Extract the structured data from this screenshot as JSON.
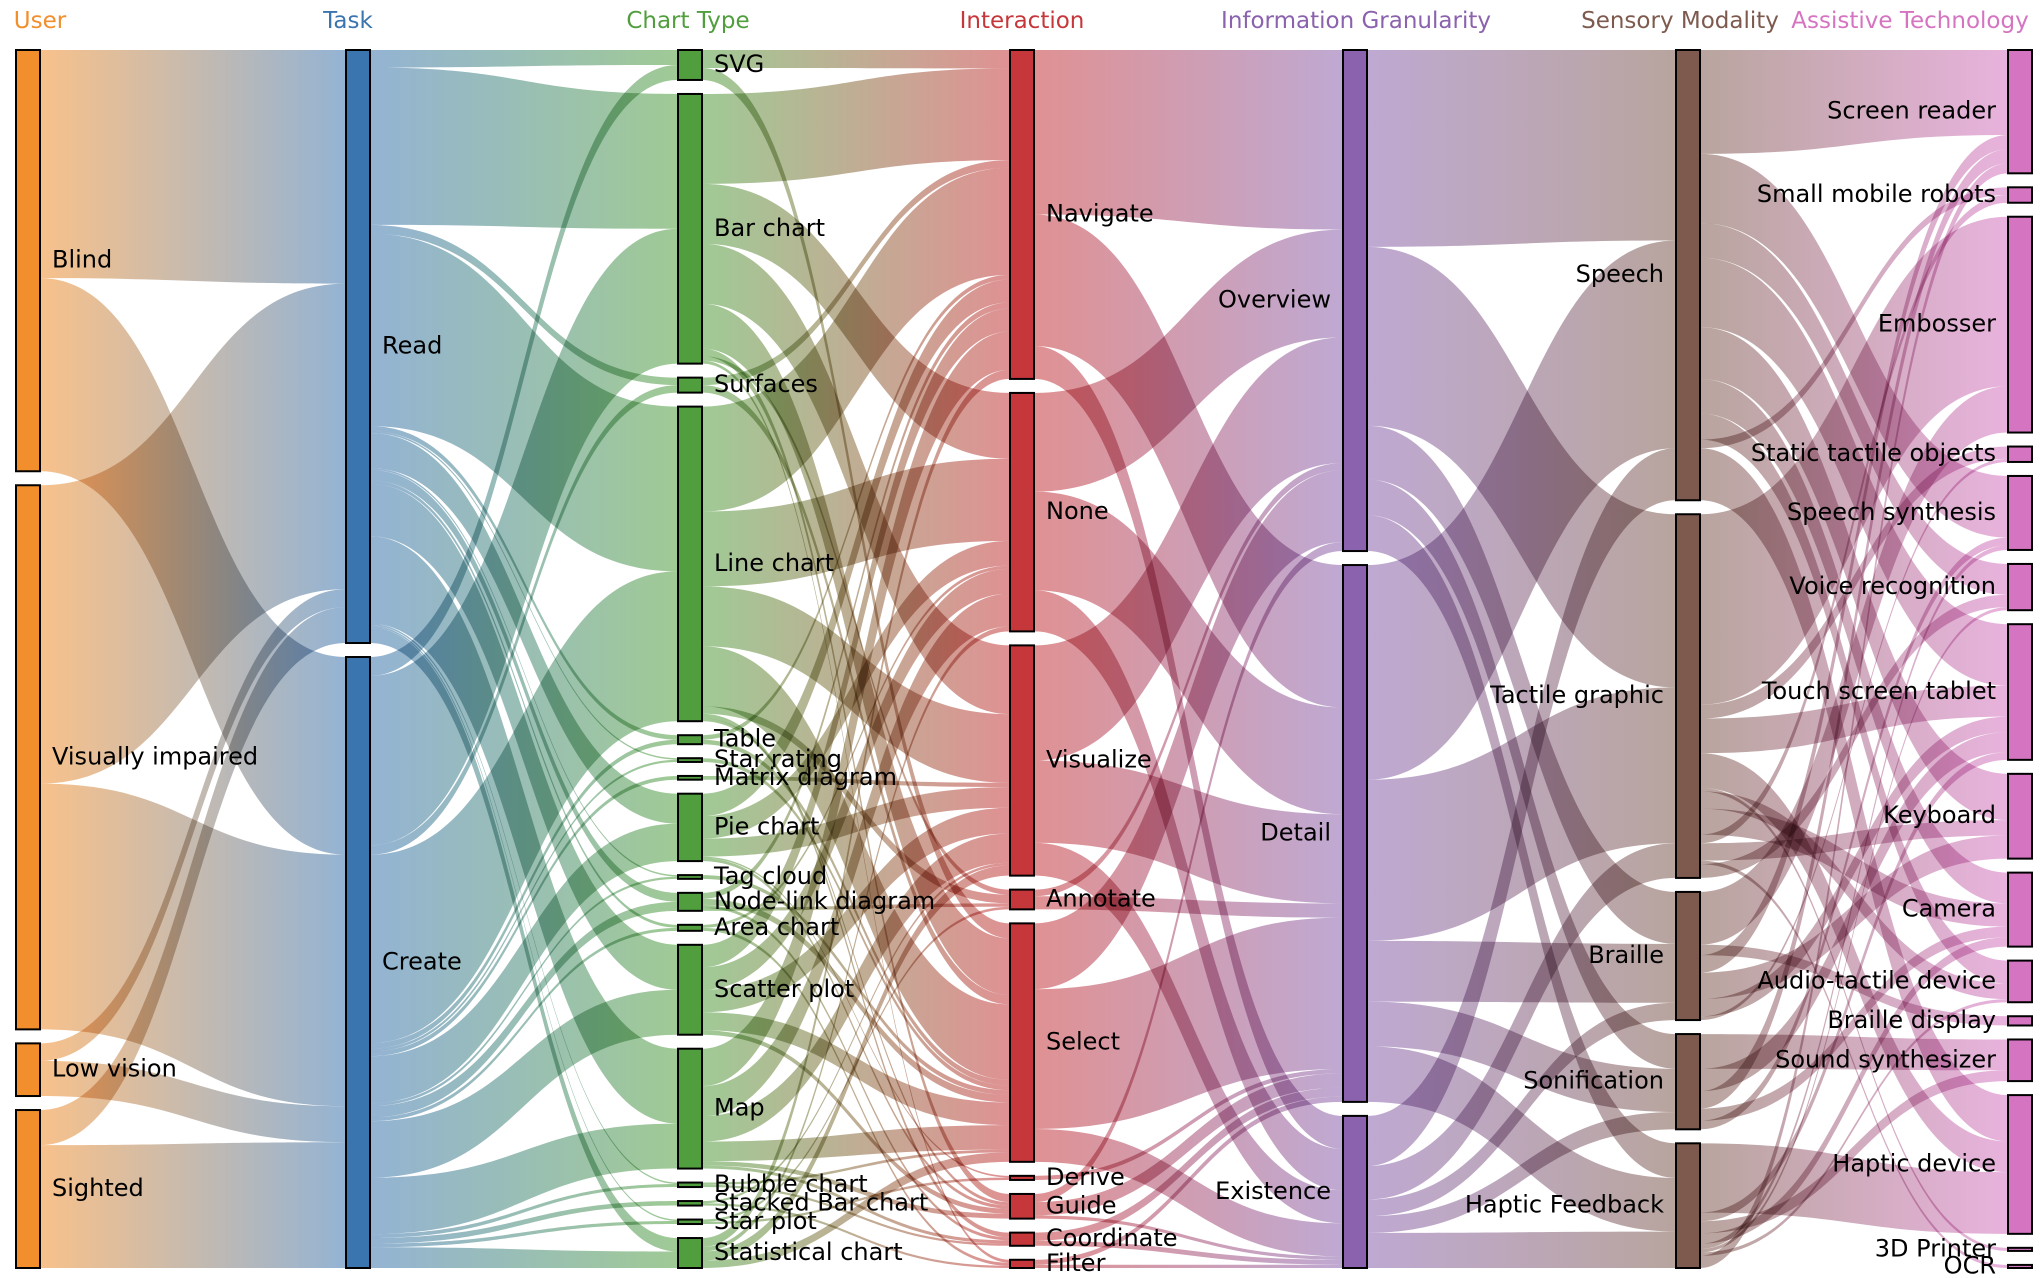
{
  "diagram": {
    "type": "sankey",
    "columns": [
      {
        "id": "user",
        "title": "User",
        "color": "#f28e2b",
        "nodes": [
          {
            "id": "blind",
            "label": "Blind",
            "value": 24
          },
          {
            "id": "vi",
            "label": "Visually impaired",
            "value": 31
          },
          {
            "id": "lowvision",
            "label": "Low vision",
            "value": 3
          },
          {
            "id": "sighted",
            "label": "Sighted",
            "value": 9
          }
        ]
      },
      {
        "id": "task",
        "title": "Task",
        "color": "#3b75af",
        "nodes": [
          {
            "id": "read",
            "label": "Read",
            "value": 33
          },
          {
            "id": "create",
            "label": "Create",
            "value": 34
          }
        ]
      },
      {
        "id": "charttype",
        "title": "Chart Type",
        "color": "#519e3e",
        "nodes": [
          {
            "id": "svg",
            "label": "SVG",
            "value": 2
          },
          {
            "id": "bar",
            "label": "Bar chart",
            "value": 18
          },
          {
            "id": "surfaces",
            "label": "Surfaces",
            "value": 1
          },
          {
            "id": "line",
            "label": "Line chart",
            "value": 21
          },
          {
            "id": "table",
            "label": "Table",
            "value": 0.6
          },
          {
            "id": "star",
            "label": "Star rating",
            "value": 0.25
          },
          {
            "id": "matrix",
            "label": "Matrix diagram",
            "value": 0.25
          },
          {
            "id": "pie",
            "label": "Pie chart",
            "value": 4.5
          },
          {
            "id": "tag",
            "label": "Tag cloud",
            "value": 0.25
          },
          {
            "id": "nodelink",
            "label": "Node-link diagram",
            "value": 1.2
          },
          {
            "id": "area",
            "label": "Area chart",
            "value": 0.4
          },
          {
            "id": "scatter",
            "label": "Scatter plot",
            "value": 6
          },
          {
            "id": "map",
            "label": "Map",
            "value": 8
          },
          {
            "id": "bubble",
            "label": "Bubble chart",
            "value": 0.3
          },
          {
            "id": "stackedbar",
            "label": "Stacked Bar chart",
            "value": 0.3
          },
          {
            "id": "starplot",
            "label": "Star plot",
            "value": 0.3
          },
          {
            "id": "statistical",
            "label": "Statistical chart",
            "value": 2
          }
        ]
      },
      {
        "id": "interaction",
        "title": "Interaction",
        "color": "#c5373a",
        "nodes": [
          {
            "id": "navigate",
            "label": "Navigate",
            "value": 20
          },
          {
            "id": "none",
            "label": "None",
            "value": 14.5
          },
          {
            "id": "visualize",
            "label": "Visualize",
            "value": 14
          },
          {
            "id": "annotate",
            "label": "Annotate",
            "value": 1.2
          },
          {
            "id": "select",
            "label": "Select",
            "value": 14.5
          },
          {
            "id": "derive",
            "label": "Derive",
            "value": 0.25
          },
          {
            "id": "guide",
            "label": "Guide",
            "value": 1.5
          },
          {
            "id": "coordinate",
            "label": "Coordinate",
            "value": 0.8
          },
          {
            "id": "filter",
            "label": "Filter",
            "value": 0.5
          }
        ]
      },
      {
        "id": "granularity",
        "title": "Information Granularity",
        "color": "#8a62ad",
        "nodes": [
          {
            "id": "overview",
            "label": "Overview",
            "value": 28
          },
          {
            "id": "detail",
            "label": "Detail",
            "value": 30
          },
          {
            "id": "existence",
            "label": "Existence",
            "value": 8.5
          }
        ]
      },
      {
        "id": "modality",
        "title": "Sensory Modality",
        "color": "#7e5a4e",
        "nodes": [
          {
            "id": "speech",
            "label": "Speech",
            "value": 26
          },
          {
            "id": "tactile",
            "label": "Tactile graphic",
            "value": 21
          },
          {
            "id": "braille",
            "label": "Braille",
            "value": 7.4
          },
          {
            "id": "sonification",
            "label": "Sonification",
            "value": 5.5
          },
          {
            "id": "haptic",
            "label": "Haptic Feedback",
            "value": 7.2
          }
        ]
      },
      {
        "id": "assistive",
        "title": "Assistive Technology",
        "color": "#d574c1",
        "nodes": [
          {
            "id": "screenreader",
            "label": "Screen reader",
            "value": 8
          },
          {
            "id": "robots",
            "label": "Small mobile robots",
            "value": 1
          },
          {
            "id": "embosser",
            "label": "Embosser",
            "value": 14
          },
          {
            "id": "statictactile",
            "label": "Static tactile objects",
            "value": 1
          },
          {
            "id": "speechsynth",
            "label": "Speech synthesis",
            "value": 4.8
          },
          {
            "id": "voicerec",
            "label": "Voice recognition",
            "value": 3
          },
          {
            "id": "touchtablet",
            "label": "Touch screen tablet",
            "value": 8.8
          },
          {
            "id": "keyboard",
            "label": "Keyboard",
            "value": 5.5
          },
          {
            "id": "camera",
            "label": "Camera",
            "value": 4.8
          },
          {
            "id": "audiotactile",
            "label": "Audio-tactile device",
            "value": 2.7
          },
          {
            "id": "brailledisplay",
            "label": "Braille display",
            "value": 0.6
          },
          {
            "id": "soundsynth",
            "label": "Sound synthesizer",
            "value": 2.7
          },
          {
            "id": "hapticdevice",
            "label": "Haptic device",
            "value": 9
          },
          {
            "id": "printer3d",
            "label": "3D Printer",
            "value": 0.2
          },
          {
            "id": "ocr",
            "label": "OCR",
            "value": 0.2
          }
        ]
      }
    ],
    "links": [
      [
        "blind",
        "read",
        13
      ],
      [
        "blind",
        "create",
        11
      ],
      [
        "vi",
        "read",
        17
      ],
      [
        "vi",
        "create",
        14
      ],
      [
        "lowvision",
        "read",
        1
      ],
      [
        "lowvision",
        "create",
        2
      ],
      [
        "sighted",
        "read",
        2
      ],
      [
        "sighted",
        "create",
        7
      ],
      [
        "read",
        "svg",
        1
      ],
      [
        "read",
        "bar",
        9
      ],
      [
        "read",
        "surfaces",
        0.5
      ],
      [
        "read",
        "line",
        11
      ],
      [
        "read",
        "table",
        0.3
      ],
      [
        "read",
        "star",
        0.1
      ],
      [
        "read",
        "pie",
        2
      ],
      [
        "read",
        "tag",
        0.1
      ],
      [
        "read",
        "nodelink",
        0.6
      ],
      [
        "read",
        "area",
        0.2
      ],
      [
        "read",
        "scatter",
        3
      ],
      [
        "read",
        "map",
        5
      ],
      [
        "read",
        "bubble",
        0.1
      ],
      [
        "read",
        "starplot",
        0.1
      ],
      [
        "read",
        "statistical",
        0.9
      ],
      [
        "create",
        "svg",
        1
      ],
      [
        "create",
        "bar",
        9
      ],
      [
        "create",
        "surfaces",
        0.5
      ],
      [
        "create",
        "line",
        10
      ],
      [
        "create",
        "table",
        0.3
      ],
      [
        "create",
        "star",
        0.15
      ],
      [
        "create",
        "matrix",
        0.25
      ],
      [
        "create",
        "pie",
        2.5
      ],
      [
        "create",
        "tag",
        0.15
      ],
      [
        "create",
        "nodelink",
        0.6
      ],
      [
        "create",
        "area",
        0.2
      ],
      [
        "create",
        "scatter",
        3
      ],
      [
        "create",
        "map",
        3
      ],
      [
        "create",
        "bubble",
        0.2
      ],
      [
        "create",
        "stackedbar",
        0.3
      ],
      [
        "create",
        "starplot",
        0.2
      ],
      [
        "create",
        "statistical",
        1.1
      ],
      [
        "svg",
        "navigate",
        1.2
      ],
      [
        "svg",
        "select",
        0.8
      ],
      [
        "bar",
        "navigate",
        6
      ],
      [
        "bar",
        "none",
        4
      ],
      [
        "bar",
        "visualize",
        4
      ],
      [
        "bar",
        "select",
        3
      ],
      [
        "bar",
        "guide",
        0.5
      ],
      [
        "bar",
        "annotate",
        0.3
      ],
      [
        "bar",
        "filter",
        0.2
      ],
      [
        "surfaces",
        "navigate",
        0.5
      ],
      [
        "surfaces",
        "select",
        0.5
      ],
      [
        "line",
        "navigate",
        7
      ],
      [
        "line",
        "none",
        5
      ],
      [
        "line",
        "visualize",
        4
      ],
      [
        "line",
        "select",
        4
      ],
      [
        "line",
        "annotate",
        0.5
      ],
      [
        "line",
        "coordinate",
        0.3
      ],
      [
        "line",
        "guide",
        0.2
      ],
      [
        "table",
        "navigate",
        0.3
      ],
      [
        "table",
        "select",
        0.3
      ],
      [
        "star",
        "select",
        0.25
      ],
      [
        "matrix",
        "visualize",
        0.25
      ],
      [
        "pie",
        "navigate",
        1.5
      ],
      [
        "pie",
        "none",
        1.5
      ],
      [
        "pie",
        "visualize",
        1.2
      ],
      [
        "pie",
        "derive",
        0.1
      ],
      [
        "pie",
        "guide",
        0.2
      ],
      [
        "tag",
        "select",
        0.25
      ],
      [
        "nodelink",
        "navigate",
        0.4
      ],
      [
        "nodelink",
        "select",
        0.4
      ],
      [
        "nodelink",
        "coordinate",
        0.2
      ],
      [
        "nodelink",
        "annotate",
        0.2
      ],
      [
        "area",
        "none",
        0.2
      ],
      [
        "area",
        "filter",
        0.2
      ],
      [
        "scatter",
        "navigate",
        1.5
      ],
      [
        "scatter",
        "none",
        1.5
      ],
      [
        "scatter",
        "visualize",
        1.5
      ],
      [
        "scatter",
        "select",
        1.2
      ],
      [
        "scatter",
        "guide",
        0.3
      ],
      [
        "map",
        "navigate",
        2.5
      ],
      [
        "map",
        "none",
        2
      ],
      [
        "map",
        "visualize",
        1.7
      ],
      [
        "map",
        "select",
        1.3
      ],
      [
        "map",
        "guide",
        0.3
      ],
      [
        "map",
        "coordinate",
        0.2
      ],
      [
        "bubble",
        "select",
        0.15
      ],
      [
        "bubble",
        "coordinate",
        0.15
      ],
      [
        "stackedbar",
        "visualize",
        0.15
      ],
      [
        "stackedbar",
        "filter",
        0.15
      ],
      [
        "starplot",
        "annotate",
        0.15
      ],
      [
        "starplot",
        "derive",
        0.15
      ],
      [
        "statistical",
        "navigate",
        0.6
      ],
      [
        "statistical",
        "none",
        0.3
      ],
      [
        "statistical",
        "visualize",
        0.6
      ],
      [
        "statistical",
        "select",
        0.5
      ],
      [
        "navigate",
        "overview",
        10
      ],
      [
        "navigate",
        "detail",
        8
      ],
      [
        "navigate",
        "existence",
        2
      ],
      [
        "none",
        "overview",
        6
      ],
      [
        "none",
        "detail",
        6
      ],
      [
        "none",
        "existence",
        2.5
      ],
      [
        "visualize",
        "overview",
        7
      ],
      [
        "visualize",
        "detail",
        5
      ],
      [
        "visualize",
        "existence",
        2
      ],
      [
        "annotate",
        "overview",
        0.4
      ],
      [
        "annotate",
        "detail",
        0.8
      ],
      [
        "select",
        "overview",
        4
      ],
      [
        "select",
        "detail",
        8.5
      ],
      [
        "select",
        "existence",
        2
      ],
      [
        "derive",
        "detail",
        0.25
      ],
      [
        "guide",
        "overview",
        0.5
      ],
      [
        "guide",
        "detail",
        0.8
      ],
      [
        "guide",
        "existence",
        0.2
      ],
      [
        "coordinate",
        "detail",
        0.5
      ],
      [
        "coordinate",
        "existence",
        0.3
      ],
      [
        "filter",
        "detail",
        0.3
      ],
      [
        "filter",
        "existence",
        0.2
      ],
      [
        "overview",
        "speech",
        11
      ],
      [
        "overview",
        "tactile",
        10
      ],
      [
        "overview",
        "braille",
        3
      ],
      [
        "overview",
        "sonification",
        2
      ],
      [
        "overview",
        "haptic",
        2
      ],
      [
        "detail",
        "speech",
        12
      ],
      [
        "detail",
        "tactile",
        9
      ],
      [
        "detail",
        "braille",
        3.4
      ],
      [
        "detail",
        "sonification",
        2.5
      ],
      [
        "detail",
        "haptic",
        3.1
      ],
      [
        "existence",
        "speech",
        3
      ],
      [
        "existence",
        "tactile",
        2
      ],
      [
        "existence",
        "braille",
        1
      ],
      [
        "existence",
        "sonification",
        1
      ],
      [
        "existence",
        "haptic",
        2.1
      ],
      [
        "speech",
        "screenreader",
        6
      ],
      [
        "speech",
        "speechsynth",
        4
      ],
      [
        "speech",
        "voicerec",
        2
      ],
      [
        "speech",
        "touchtablet",
        4
      ],
      [
        "speech",
        "keyboard",
        3
      ],
      [
        "speech",
        "camera",
        2
      ],
      [
        "speech",
        "audiotactile",
        1.5
      ],
      [
        "speech",
        "robots",
        0.5
      ],
      [
        "speech",
        "haptic",
        0
      ],
      [
        "speech",
        "hapticdevice",
        3
      ],
      [
        "tactile",
        "embosser",
        11
      ],
      [
        "tactile",
        "statictactile",
        0.8
      ],
      [
        "tactile",
        "touchtablet",
        2
      ],
      [
        "tactile",
        "hapticdevice",
        2
      ],
      [
        "tactile",
        "printer3d",
        0.2
      ],
      [
        "tactile",
        "audiotactile",
        1
      ],
      [
        "tactile",
        "camera",
        1.5
      ],
      [
        "tactile",
        "robots",
        0.5
      ],
      [
        "tactile",
        "keyboard",
        1
      ],
      [
        "tactile",
        "ocr",
        0.2
      ],
      [
        "tactile",
        "voicerec",
        0.8
      ],
      [
        "braille",
        "embosser",
        3
      ],
      [
        "braille",
        "brailledisplay",
        0.6
      ],
      [
        "braille",
        "screenreader",
        1
      ],
      [
        "braille",
        "keyboard",
        1.5
      ],
      [
        "braille",
        "touchtablet",
        1
      ],
      [
        "braille",
        "statictactile",
        0.2
      ],
      [
        "sonification",
        "soundsynth",
        2
      ],
      [
        "sonification",
        "touchtablet",
        1.3
      ],
      [
        "sonification",
        "screenreader",
        1
      ],
      [
        "sonification",
        "camera",
        0.7
      ],
      [
        "sonification",
        "speechsynth",
        0.5
      ],
      [
        "haptic",
        "hapticdevice",
        4
      ],
      [
        "haptic",
        "touchtablet",
        0.5
      ],
      [
        "haptic",
        "soundsynth",
        0.7
      ],
      [
        "haptic",
        "camera",
        0.6
      ],
      [
        "haptic",
        "speechsynth",
        0.3
      ],
      [
        "haptic",
        "voicerec",
        0.2
      ],
      [
        "haptic",
        "audiotactile",
        0.2
      ],
      [
        "haptic",
        "screenreader",
        0.7
      ]
    ]
  }
}
